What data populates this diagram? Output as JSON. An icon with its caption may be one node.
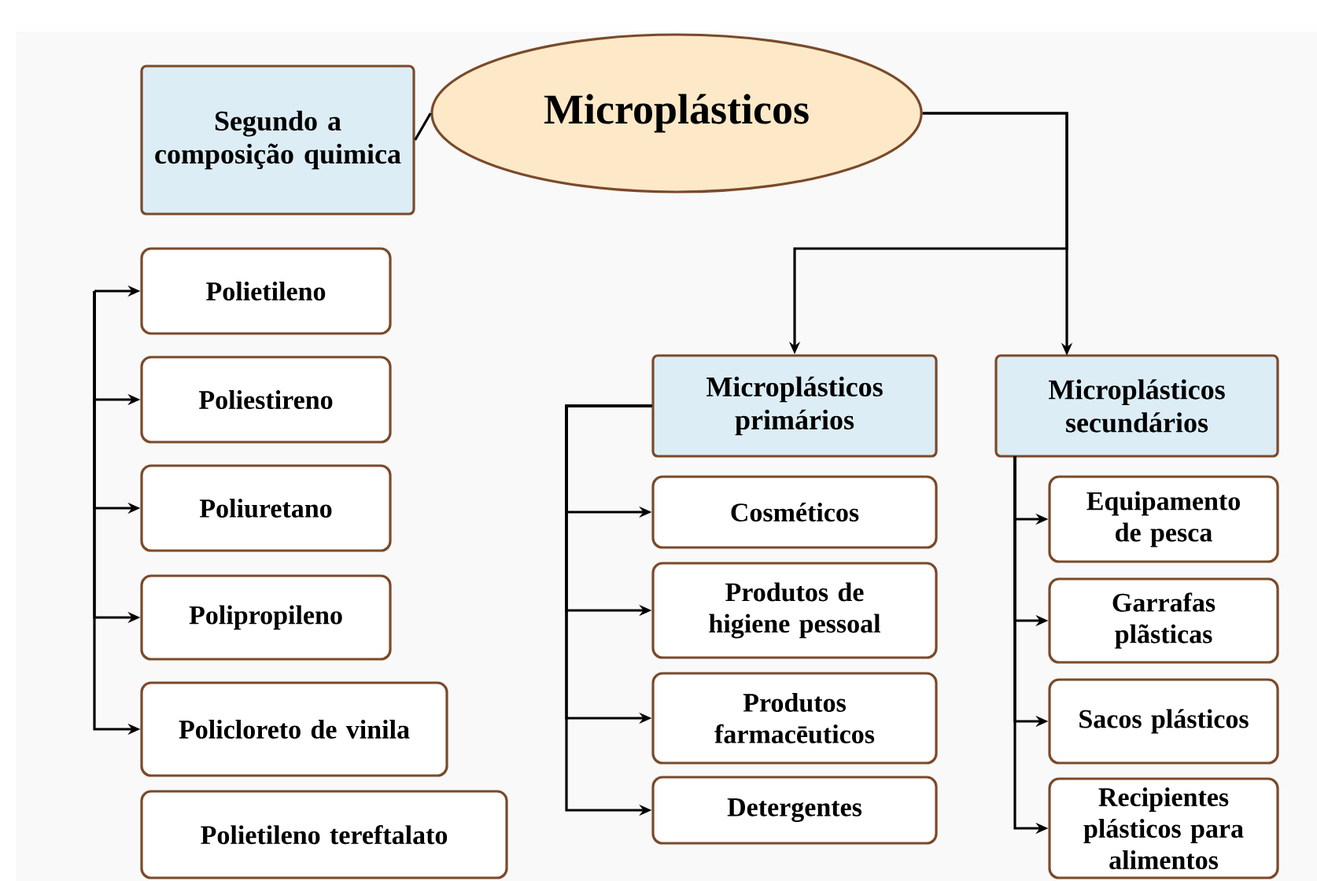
{
  "diagram": {
    "nodes": [
      {
        "text": [
          "Microplásticos"
        ]
      },
      {
        "text": [
          "Segundo a composição quimica"
        ]
      },
      {
        "text": [
          "Polietileno"
        ]
      },
      {
        "text": [
          "Poliestireno"
        ]
      },
      {
        "text": [
          "Poliuretano"
        ]
      },
      {
        "text": [
          "Polipropileno"
        ]
      },
      {
        "text": [
          "Policloreto de vinila"
        ]
      },
      {
        "text": [
          "Polietileno tereftalato"
        ]
      },
      {
        "text": [
          "Microplásticos primários"
        ]
      },
      {
        "text": [
          "Microplásticos secundários"
        ]
      },
      {
        "text": [
          "Cosméticos"
        ]
      },
      {
        "text": [
          "Produtos de higiene pessoal"
        ]
      },
      {
        "text": [
          "Produtos farmacēuticos"
        ]
      },
      {
        "text": [
          "Detergentes"
        ]
      },
      {
        "text": [
          "Equipamento de pesca"
        ]
      },
      {
        "text": [
          "Garrafas plãsticas"
        ]
      },
      {
        "text": [
          "Sacos plásticos"
        ]
      },
      {
        "text": [
          "Recipientes plásticos para alimentos"
        ]
      }
    ],
    "edges": [
      {
        "from": 0,
        "to": 1,
        "arrow": "none"
      },
      {
        "from": null,
        "to": 2,
        "arrow": "to"
      },
      {
        "from": null,
        "to": 3,
        "arrow": "to"
      },
      {
        "from": null,
        "to": 4,
        "arrow": "to"
      },
      {
        "from": null,
        "to": 5,
        "arrow": "to"
      },
      {
        "from": null,
        "to": 6,
        "arrow": "to"
      },
      {
        "from": 0,
        "to": 8,
        "arrow": "to"
      },
      {
        "from": 0,
        "to": 9,
        "arrow": "to"
      },
      {
        "from": 8,
        "to": 10,
        "arrow": "to"
      },
      {
        "from": 8,
        "to": 11,
        "arrow": "to"
      },
      {
        "from": 8,
        "to": 12,
        "arrow": "to"
      },
      {
        "from": 8,
        "to": 13,
        "arrow": "to"
      },
      {
        "from": 9,
        "to": 14,
        "arrow": "to"
      },
      {
        "from": 9,
        "to": 15,
        "arrow": "to"
      },
      {
        "from": 9,
        "to": 16,
        "arrow": "to"
      },
      {
        "from": 9,
        "to": 17,
        "arrow": "to"
      }
    ]
  }
}
